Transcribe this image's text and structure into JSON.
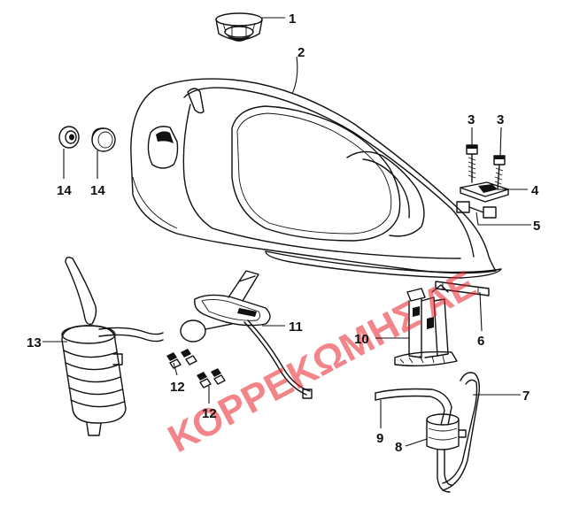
{
  "diagram": {
    "watermark": "ΚΟΡΡΕΚΩΜΗΣ ΑΕ",
    "watermark_color": "#e8232a",
    "callouts": [
      {
        "id": "c1",
        "label": "1"
      },
      {
        "id": "c2",
        "label": "2"
      },
      {
        "id": "c3a",
        "label": "3"
      },
      {
        "id": "c3b",
        "label": "3"
      },
      {
        "id": "c4",
        "label": "4"
      },
      {
        "id": "c5",
        "label": "5"
      },
      {
        "id": "c6",
        "label": "6"
      },
      {
        "id": "c7",
        "label": "7"
      },
      {
        "id": "c8",
        "label": "8"
      },
      {
        "id": "c9",
        "label": "9"
      },
      {
        "id": "c10",
        "label": "10"
      },
      {
        "id": "c11",
        "label": "11"
      },
      {
        "id": "c12a",
        "label": "12"
      },
      {
        "id": "c12b",
        "label": "12"
      },
      {
        "id": "c13",
        "label": "13"
      },
      {
        "id": "c14a",
        "label": "14"
      },
      {
        "id": "c14b",
        "label": "14"
      }
    ]
  }
}
